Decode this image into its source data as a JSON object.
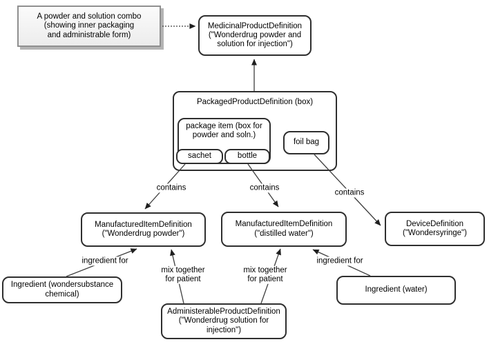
{
  "diagram": {
    "note": {
      "text": "A powder and solution combo\n(showing inner packaging\nand administrable form)"
    },
    "nodes": {
      "medicinal": {
        "label": "MedicinalProductDefinition\n(\"Wonderdrug powder and\nsolution for injection\")"
      },
      "packaged": {
        "label": "PackagedProductDefinition (box)"
      },
      "package_item": {
        "label": "package item (box for\npowder and soln.)"
      },
      "sachet": {
        "label": "sachet"
      },
      "bottle": {
        "label": "bottle"
      },
      "foil_bag": {
        "label": "foil bag"
      },
      "manufactured_powder": {
        "label": "ManufacturedItemDefinition\n(\"Wonderdrug powder\")"
      },
      "manufactured_water": {
        "label": "ManufacturedItemDefinition\n(\"distilled water\")"
      },
      "device": {
        "label": "DeviceDefinition\n(\"Wondersyringe\")"
      },
      "ingredient_chemical": {
        "label": "Ingredient (wondersubstance\nchemical)"
      },
      "administerable": {
        "label": "AdministerableProductDefinition\n(\"Wonderdrug solution for\ninjection\")"
      },
      "ingredient_water": {
        "label": "Ingredient (water)"
      }
    },
    "edge_labels": {
      "contains_1": "contains",
      "contains_2": "contains",
      "contains_3": "contains",
      "ingredient_for_left": "ingredient for",
      "mix_left": "mix together\nfor patient",
      "mix_right": "mix together\nfor patient",
      "ingredient_for_right": "ingredient for"
    },
    "colors": {
      "node_border": "#2e2e2e",
      "node_fill": "#ffffff",
      "note_fill": "#efefef",
      "note_border": "#8f8f8f",
      "line": "#3d3d3d",
      "text": "#000000"
    }
  }
}
